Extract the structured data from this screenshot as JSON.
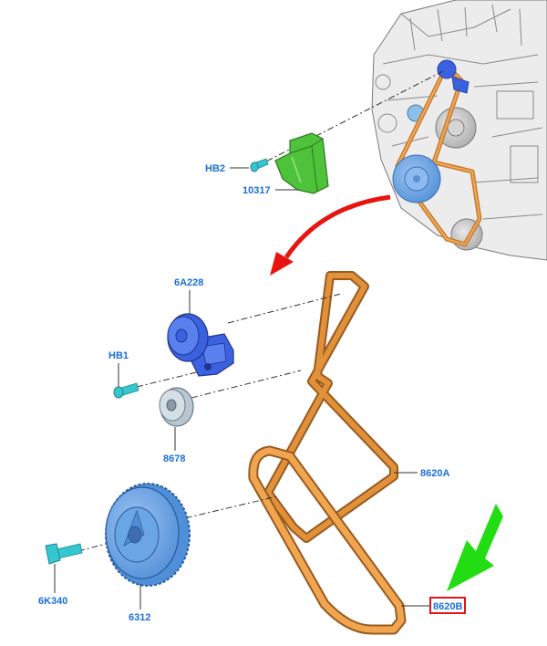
{
  "colors": {
    "label": "#1a6fd8",
    "belt": "#e0913a",
    "belt_dark": "#9a5a1e",
    "arrow_red": "#e8140f",
    "arrow_green": "#22dd11",
    "highlight_box": "#e0141a",
    "part_blue": "#3a62e0",
    "part_light_blue": "#6aa6e6",
    "part_green": "#4dc23a",
    "part_cyan": "#35c6cf"
  },
  "labels": {
    "hb2": "HB2",
    "p10317": "10317",
    "p6a228": "6A228",
    "hb1": "HB1",
    "p8678": "8678",
    "p8620a": "8620A",
    "p6k340": "6K340",
    "p6312": "6312",
    "p8620b": "8620B"
  }
}
